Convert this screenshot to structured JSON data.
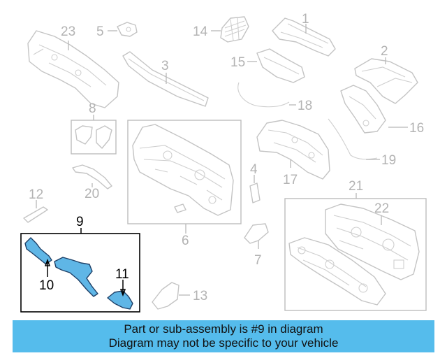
{
  "callouts": {
    "c1": "1",
    "c2": "2",
    "c3": "3",
    "c4": "4",
    "c5": "5",
    "c6": "6",
    "c7": "7",
    "c8": "8",
    "c9": "9",
    "c10": "10",
    "c11": "11",
    "c12": "12",
    "c13": "13",
    "c14": "14",
    "c15": "15",
    "c16": "16",
    "c17": "17",
    "c18": "18",
    "c19": "19",
    "c20": "20",
    "c21": "21",
    "c22": "22",
    "c23": "23"
  },
  "highlighted_part": "9",
  "colors": {
    "highlight_fill": "#5fb6e6",
    "highlight_stroke": "#1e3f66",
    "banner": "#55bcec",
    "muted": "#b3b3b3"
  },
  "banner": {
    "line1": "Part or sub-assembly is #9 in diagram",
    "line2": "Diagram may not be specific to your vehicle"
  }
}
